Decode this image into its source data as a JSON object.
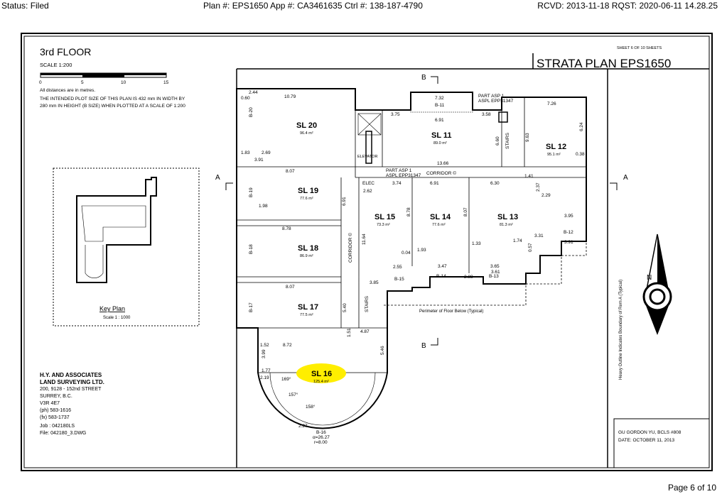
{
  "header": {
    "status": "Status: Filed",
    "plan_info": "Plan #: EPS1650 App #: CA3461635  Ctrl #: 138-187-4790",
    "received": "RCVD: 2013-11-18 RQST: 2020-06-11 14.28.25"
  },
  "footer": {
    "page": "Page 6 of 10"
  },
  "title_block": {
    "floor": "3rd FLOOR",
    "scale": "SCALE  1:200",
    "scale_ticks": [
      "0",
      "5",
      "10",
      "15"
    ],
    "distances_note": "All distances are in metres.",
    "plot_note_1": "THE INTENDED PLOT SIZE OF THIS PLAN IS 432 mm IN WIDTH BY",
    "plot_note_2": "280 mm IN HEIGHT (B SIZE) WHEN PLOTTED AT A SCALE OF 1:200",
    "sheet": "SHEET 6 OF 10 SHEETS",
    "plan_title": "STRATA  PLAN  EPS1650"
  },
  "key_plan": {
    "title": "Key Plan",
    "scale": "Scale 1 : 1000"
  },
  "surveyor": {
    "company_1": "H.Y. AND ASSOCIATES",
    "company_2": "LAND SURVEYING LTD.",
    "address_1": "200, 9128 - 152nd STREET",
    "address_2": "SURREY, B.C.",
    "postal": "V3R 4E7",
    "phone": "(ph) 583-1616",
    "fax": "(fx) 583-1737",
    "job": "Job : 042180LS",
    "file": "File: 042180_3.DWG"
  },
  "signature": {
    "name": "GU GORDON YU, BCLS #808",
    "date": "DATE: OCTOBER 11, 2013"
  },
  "side_note": "Heavy Outline Indicates Boundary of Rem A (Typical)",
  "colors": {
    "highlight": "#ffee00",
    "line": "#000000"
  },
  "plan": {
    "units": [
      {
        "label": "SL 20",
        "area": "96.4 m²"
      },
      {
        "label": "SL 11",
        "area": "89.0 m²"
      },
      {
        "label": "SL 12",
        "area": "95.1 m²"
      },
      {
        "label": "SL 19",
        "area": "77.6 m²"
      },
      {
        "label": "SL 18",
        "area": "86.9 m²"
      },
      {
        "label": "SL 17",
        "area": "77.5 m²"
      },
      {
        "label": "SL 15",
        "area": "73.3 m²"
      },
      {
        "label": "SL 14",
        "area": "77.6 m²"
      },
      {
        "label": "SL 13",
        "area": "81.3 m²"
      },
      {
        "label": "SL 16",
        "area": "125.4 m²"
      }
    ],
    "labels": {
      "corridor": "CORRIDOR ©",
      "elevator": "ELEVATOR",
      "stairs": "STAIRS",
      "elec": "ELEC",
      "part_asp_top_1": "PART ASP 1",
      "part_asp_top_2": "ASPL EPP31347",
      "part_asp_mid": "PART ASP 1",
      "part_asp_mid_2": "ASPL EPP31347",
      "perimeter": "Perimeter of Floor Below (Typical)",
      "section_a": "A",
      "section_b": "B",
      "north": "N",
      "b11": "B-11",
      "b12": "B-12",
      "b13": "B-13",
      "b14": "B-14",
      "b15": "B-15",
      "b16": "B-16",
      "b16_delta": "α=26.27",
      "b16_r": "r=8.00",
      "b18": "B-18",
      "b19": "B-19",
      "b20": "B-20",
      "b17": "B-17"
    },
    "dims": [
      "10.79",
      "7.32",
      "6.91",
      "3.75",
      "3.58",
      "7.26",
      "13.66",
      "8.07",
      "6.91",
      "6.30",
      "8.78",
      "8.07",
      "8.72",
      "4.87",
      "3.74",
      "2.62",
      "1.41",
      "6.24",
      "9.63",
      "0.38",
      "3.95",
      "3.91",
      "3.31",
      "2.29",
      "2.37",
      "6.60",
      "11.64",
      "8.78",
      "8.07",
      "1.83",
      "2.69",
      "1.98",
      "3.91",
      "0.60",
      "2.44",
      "5.46",
      "1.77",
      "2.19",
      "3.99",
      "1.52",
      "2.27",
      "169°",
      "157°",
      "158°",
      "5.40",
      "1.51",
      "3.85",
      "2.55",
      "3.47",
      "3.65",
      "3.61",
      "1.33",
      "1.74",
      "0.57",
      "1.93",
      "0.04",
      "2.88",
      "6.91"
    ]
  }
}
